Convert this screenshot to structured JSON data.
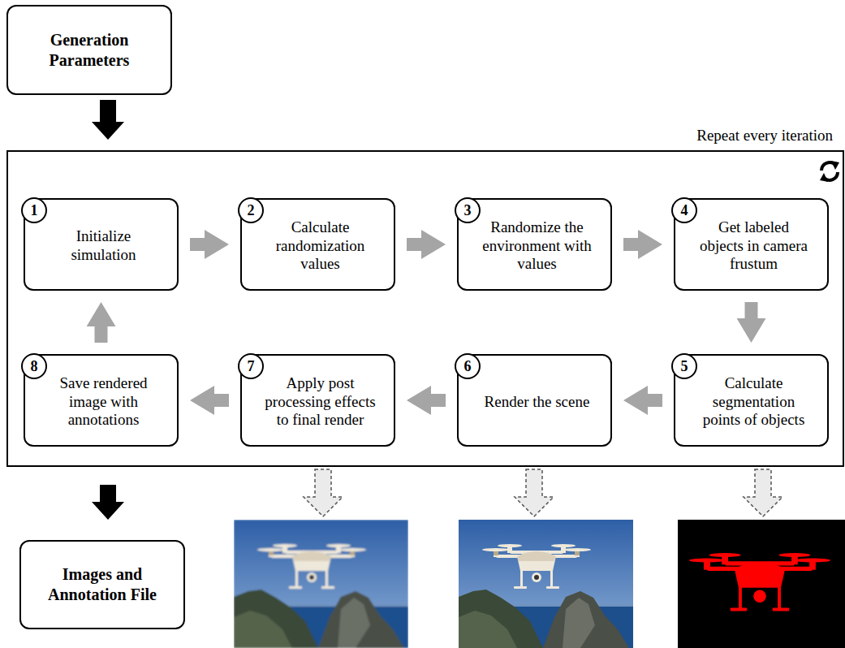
{
  "diagram": {
    "nodes": [
      {
        "text": [
          "Generation Parameters"
        ]
      },
      {
        "text": [
          "Repeat every iteration"
        ]
      },
      {
        "text": [
          "1",
          "Initialize simulation"
        ],
        "in": 1
      },
      {
        "text": [
          "2",
          "Calculate randomization values"
        ],
        "in": 1
      },
      {
        "text": [
          "3",
          "Randomize the environment with values"
        ],
        "in": 1
      },
      {
        "text": [
          "4",
          "Get labeled objects in camera frustum"
        ],
        "in": 1
      },
      {
        "text": [
          "5",
          "Calculate segmentation points of objects"
        ],
        "in": 1
      },
      {
        "text": [
          "6",
          "Render the scene"
        ],
        "in": 1
      },
      {
        "text": [
          "7",
          "Apply post processing effects to final render"
        ],
        "in": 1
      },
      {
        "text": [
          "8",
          "Save rendered image with annotations"
        ],
        "in": 1
      },
      {
        "text": [
          "Images and Annotation File"
        ]
      }
    ],
    "edges": [
      {
        "from": 0,
        "to": 1,
        "arrow": "to"
      },
      {
        "from": 2,
        "to": 3,
        "arrow": "to"
      },
      {
        "from": 3,
        "to": 4,
        "arrow": "to"
      },
      {
        "from": 4,
        "to": 5,
        "arrow": "to"
      },
      {
        "from": 5,
        "to": 6,
        "arrow": "to"
      },
      {
        "from": 6,
        "to": 7,
        "arrow": "to"
      },
      {
        "from": 7,
        "to": 8,
        "arrow": "to"
      },
      {
        "from": 8,
        "to": 9,
        "arrow": "to"
      },
      {
        "from": 9,
        "to": 2,
        "arrow": "to"
      },
      {
        "from": 1,
        "to": 10,
        "arrow": "to"
      }
    ]
  }
}
